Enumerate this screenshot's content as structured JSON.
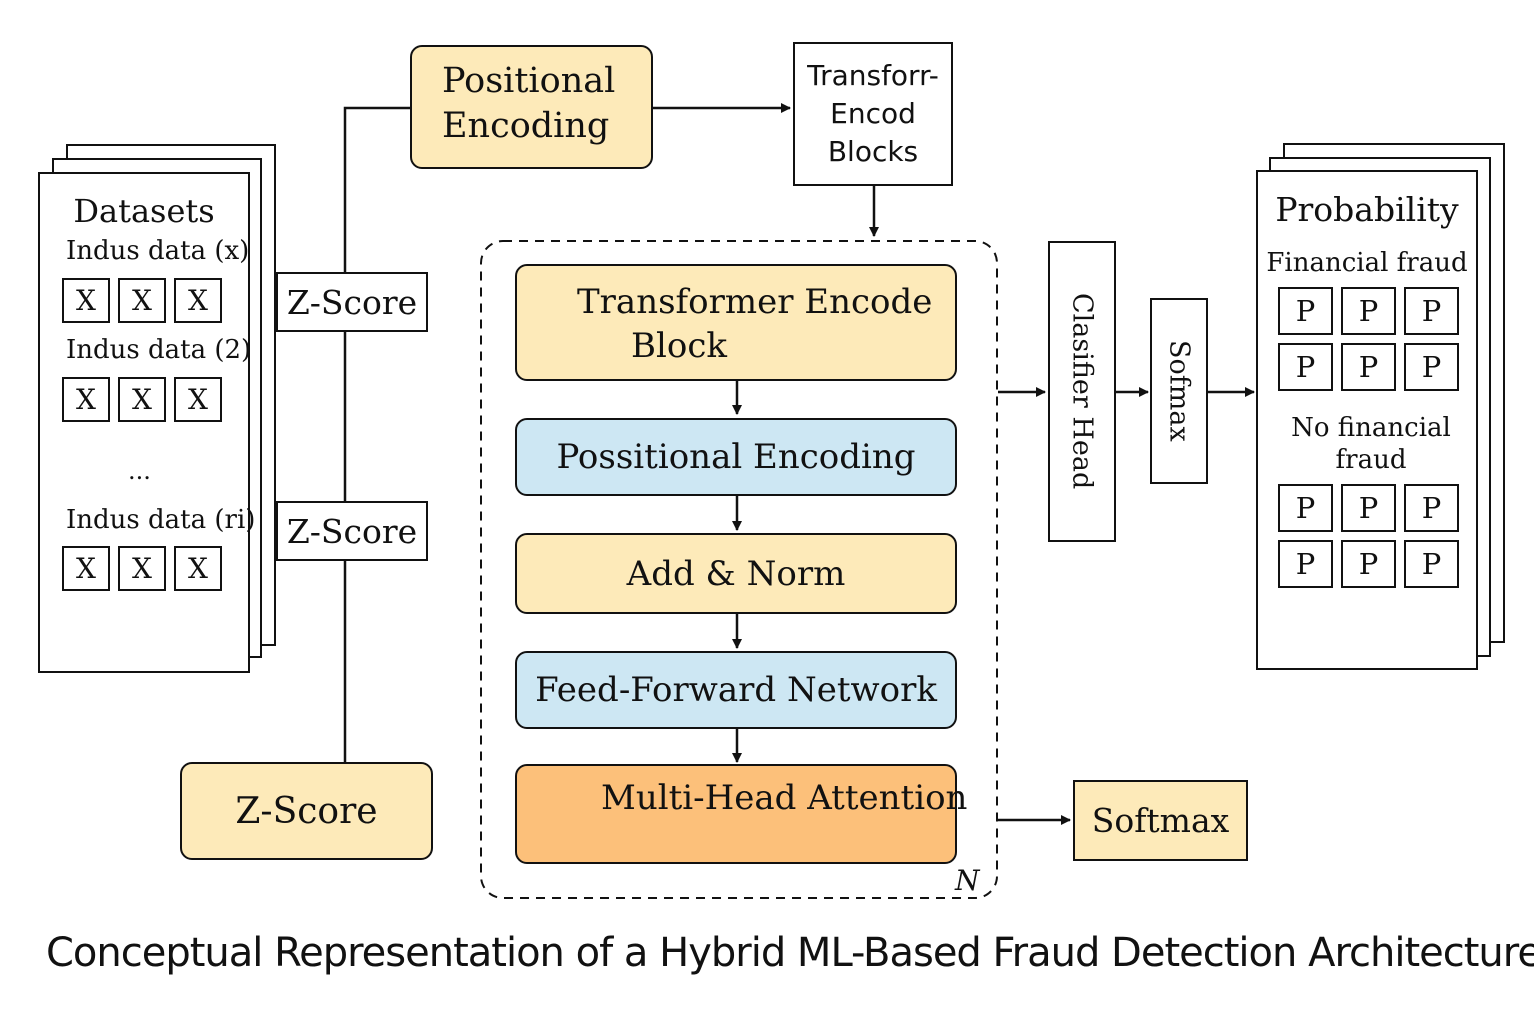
{
  "title": "Conceptual Representation of a Hybrid ML-Based Fraud Detection Architecture",
  "positional_encoding": {
    "line1": "Positional",
    "line2": "Encoding"
  },
  "transformer_blocks": {
    "line1": "Transforr-",
    "line2": "Encod",
    "line3": "Blocks"
  },
  "datasets": {
    "title": "Datasets",
    "groups": [
      {
        "label": "Indus data (x)",
        "cells": [
          "X",
          "X",
          "X"
        ]
      },
      {
        "label": "Indus data (2)",
        "cells": [
          "X",
          "X",
          "X"
        ]
      },
      {
        "label": "Indus data (ri)",
        "cells": [
          "X",
          "X",
          "X"
        ]
      }
    ],
    "ellipsis": "..."
  },
  "zscore_labels": [
    "Z-Score",
    "Z-Score",
    "Z-Score"
  ],
  "encoder_stack": {
    "blocks": [
      {
        "line1": "Transformer Encode",
        "line2": "Block"
      },
      {
        "label": "Possitional Encoding"
      },
      {
        "label": "Add & Norm"
      },
      {
        "label": "Feed-Forward Network"
      },
      {
        "label": "Multi-Head Attention"
      }
    ],
    "repeat_label": "N"
  },
  "classifier_head": "Clasifier Head",
  "softmax_vertical": "Sofmax",
  "softmax_bottom": "Softmax",
  "probability": {
    "title": "Probability",
    "fraud_label": "Financial fraud",
    "no_fraud_line1": "No financial",
    "no_fraud_line2": "fraud",
    "fraud_cells": [
      "P",
      "P",
      "P",
      "P",
      "P",
      "P"
    ],
    "no_fraud_cells": [
      "P",
      "P",
      "P",
      "P",
      "P",
      "P"
    ]
  },
  "colors": {
    "yellow": "#fdeab9",
    "blue": "#cde7f3",
    "orange": "#fcc07a",
    "stroke": "#111111"
  }
}
